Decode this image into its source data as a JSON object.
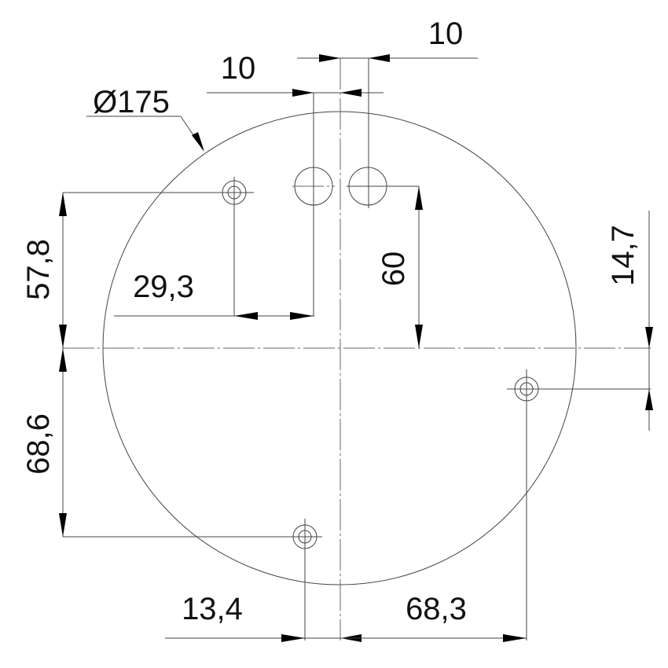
{
  "drawing": {
    "diameter_label": "Ø175",
    "dimensions": {
      "top_spacing_upper": "10",
      "top_spacing_lower": "10",
      "hole_offset_x": "29,3",
      "hole_offset_y_upper": "57,8",
      "hole_offset_y_lower": "68,6",
      "large_hole_height": "60",
      "right_hole_y": "14,7",
      "bottom_hole_x": "13,4",
      "right_hole_x": "68,3"
    },
    "colors": {
      "line": "#444444",
      "text": "#111111"
    }
  }
}
